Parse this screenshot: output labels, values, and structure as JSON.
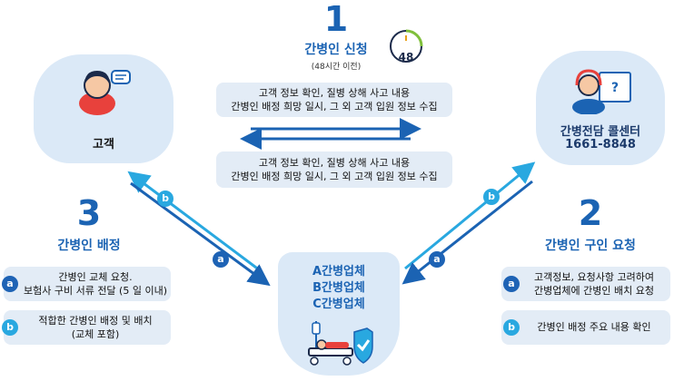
{
  "step1": {
    "number": "1",
    "title": "간병인 신청",
    "subtitle": "(48시간 이전)",
    "clock_value": "48",
    "card_top": [
      "고객 정보 확인, 질병 상해 사고 내용",
      "간병인 배정 희망 일시, 그 외 고객 입원 정보 수집"
    ],
    "card_bottom": [
      "고객 정보 확인, 질병 상해 사고 내용",
      "간병인 배정 희망 일시, 그 외 고객 입원 정보 수집"
    ]
  },
  "customer": {
    "label": "고객"
  },
  "callcenter": {
    "line1": "간병전담 콜센터",
    "line2": "1661-8848"
  },
  "vendors": {
    "lines": [
      "A간병업체",
      "B간병업체",
      "C간병업체"
    ]
  },
  "step2": {
    "number": "2",
    "title": "간병인 구인 요청",
    "items": [
      {
        "badge": "a",
        "lines": [
          "고객정보, 요청사항 고려하여",
          "간병업체에 간병인 배치 요청"
        ]
      },
      {
        "badge": "b",
        "lines": [
          "간병인 배정 주요 내용 확인"
        ]
      }
    ]
  },
  "step3": {
    "number": "3",
    "title": "간병인 배정",
    "items": [
      {
        "badge": "a",
        "lines": [
          "간병인 교체 요청.",
          "보험사 구비 서류 전달 (5 일 이내)"
        ]
      },
      {
        "badge": "b",
        "lines": [
          "적합한 간병인 배정 및 배치",
          "(교체 포함)"
        ]
      }
    ]
  },
  "arrows": {
    "label_a": "a",
    "label_b": "b"
  },
  "colors": {
    "dark": "#1b63b3",
    "light": "#29a8e0",
    "node": "#dbe9f7",
    "card": "#e3ecf6"
  }
}
